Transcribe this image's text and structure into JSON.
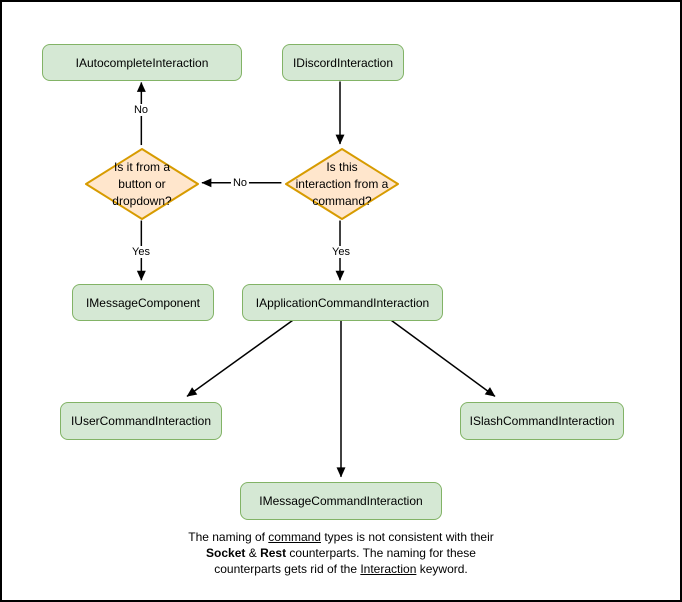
{
  "diagram": {
    "colors": {
      "node_fill": "#d5e8d4",
      "node_stroke": "#82b366",
      "decision_fill": "#ffe6cc",
      "decision_stroke": "#d79b00",
      "arrow": "#000000"
    },
    "nodes": {
      "autocomplete": {
        "label": "IAutocompleteInteraction"
      },
      "discord": {
        "label": "IDiscordInteraction"
      },
      "message_component": {
        "label": "IMessageComponent"
      },
      "application_command": {
        "label": "IApplicationCommandInteraction"
      },
      "user_command": {
        "label": "IUserCommandInteraction"
      },
      "slash_command": {
        "label": "ISlashCommandInteraction"
      },
      "message_command": {
        "label": "IMessageCommandInteraction"
      }
    },
    "decisions": {
      "button_dropdown": {
        "lines": [
          "Is it from a",
          "button or",
          "dropdown?"
        ]
      },
      "from_command": {
        "lines": [
          "Is this",
          "interaction from a",
          "command?"
        ]
      }
    },
    "edge_labels": {
      "no_to_autocomplete": "No",
      "no_to_button_dropdown": "No",
      "yes_to_message_component": "Yes",
      "yes_to_application_command": "Yes"
    },
    "footnote": {
      "l1_pre": "The naming of ",
      "l1_underlined": "command",
      "l1_post": " types is not consistent with their",
      "l2_bold1": "Socket",
      "l2_mid": " & ",
      "l2_bold2": "Rest",
      "l2_post": " counterparts. The naming for these",
      "l3_pre": "counterparts gets rid of the ",
      "l3_underlined": "Interaction",
      "l3_post": " keyword."
    }
  }
}
